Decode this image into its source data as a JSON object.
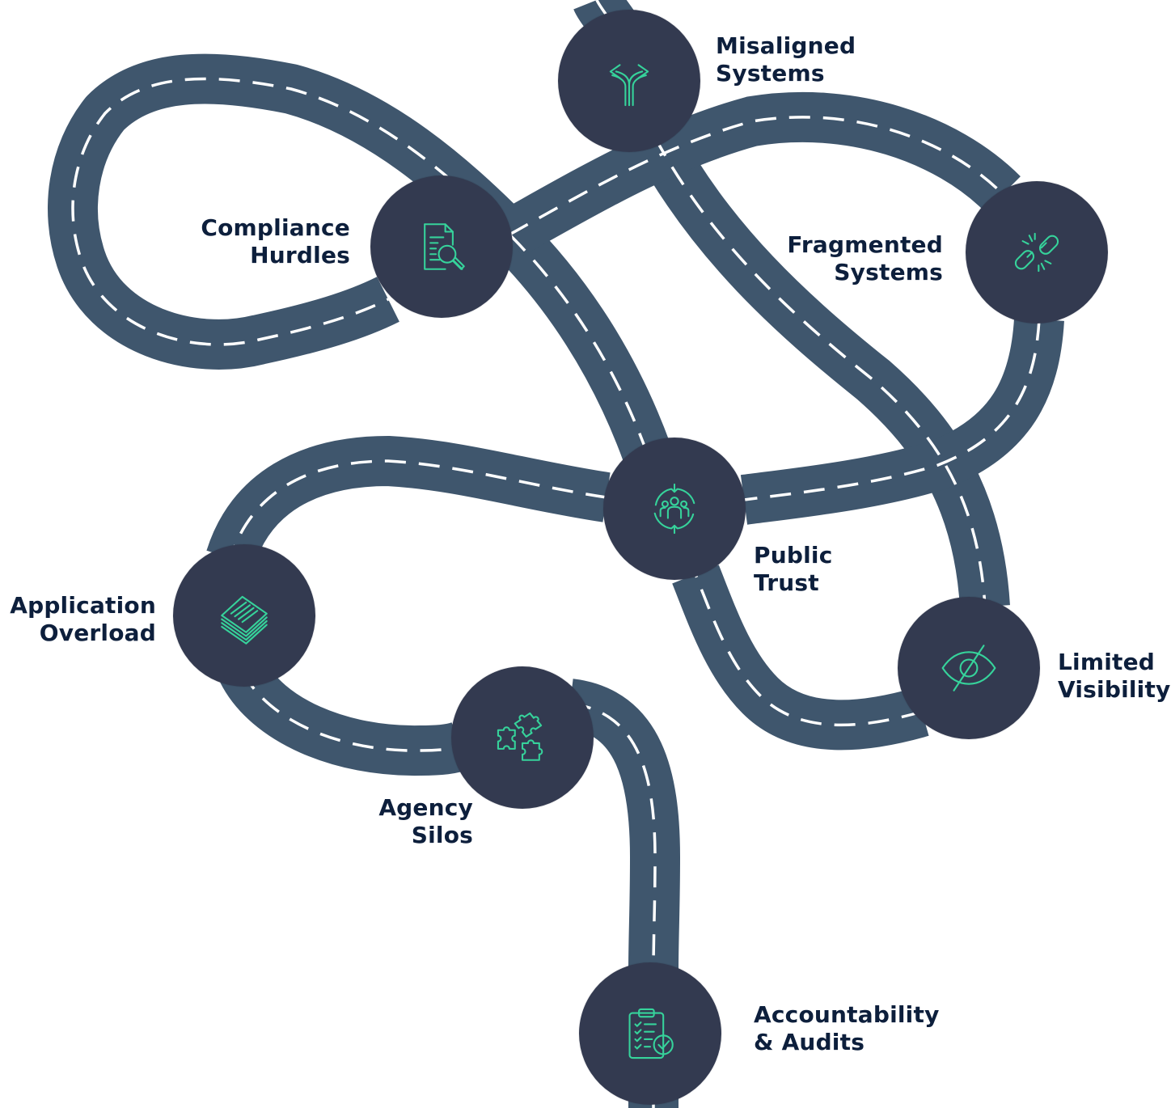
{
  "palette": {
    "road": "#3f566d",
    "road_dash": "#ffffff",
    "node_fill": "#333a50",
    "icon_stroke": "#36d39b",
    "label_text": "#0d1f3c",
    "background": "#ffffff"
  },
  "stops": [
    {
      "id": "misaligned",
      "icon": "fork-arrows-icon",
      "line1": "Misaligned",
      "line2": "Systems"
    },
    {
      "id": "compliance",
      "icon": "document-search-icon",
      "line1": "Compliance",
      "line2": "Hurdles"
    },
    {
      "id": "fragmented",
      "icon": "broken-chain-icon",
      "line1": "Fragmented",
      "line2": "Systems"
    },
    {
      "id": "public-trust",
      "icon": "people-cycle-icon",
      "line1": "Public",
      "line2": "Trust"
    },
    {
      "id": "application",
      "icon": "stacked-papers-icon",
      "line1": "Application",
      "line2": "Overload"
    },
    {
      "id": "limited",
      "icon": "eye-off-icon",
      "line1": "Limited",
      "line2": "Visibility"
    },
    {
      "id": "agency",
      "icon": "puzzle-pieces-icon",
      "line1": "Agency",
      "line2": "Silos"
    },
    {
      "id": "accountability",
      "icon": "clipboard-check-icon",
      "line1": "Accountability",
      "line2": "& Audits"
    }
  ]
}
